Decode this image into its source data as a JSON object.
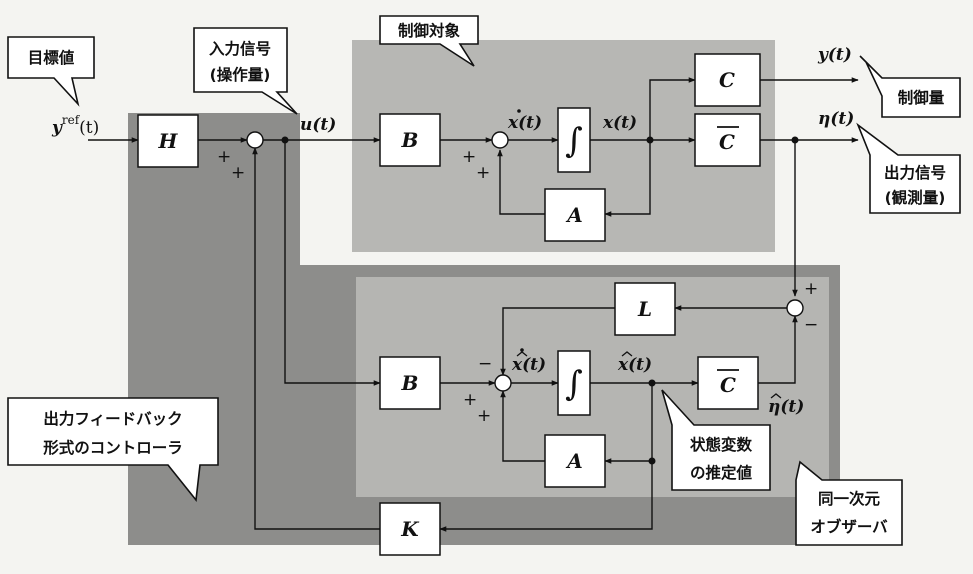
{
  "labels": {
    "target_value": "目標値",
    "input_signal_1": "入力信号",
    "input_signal_2": "(操作量)",
    "plant": "制御対象",
    "controlled_var": "制御量",
    "output_signal_1": "出力信号",
    "output_signal_2": "(観測量)",
    "controller_1": "出力フィードバック",
    "controller_2": "形式のコントローラ",
    "state_est_1": "状態変数",
    "state_est_2": "の推定値",
    "observer_1": "同一次元",
    "observer_2": "オブザーバ"
  },
  "blocks": {
    "H": "H",
    "B_top": "B",
    "A_top": "A",
    "C": "C",
    "C_bar_top": "C",
    "L": "L",
    "B_bot": "B",
    "A_bot": "A",
    "C_bar_bot": "C",
    "K": "K",
    "integrator": "∫"
  },
  "signals": {
    "y_ref": "y",
    "y_ref_sup": "ref",
    "y_ref_arg": "(t)",
    "u": "u(t)",
    "x_dot": "x(t)",
    "x": "x(t)",
    "y": "y(t)",
    "eta": "η(t)",
    "xhat_dot": "x(t)",
    "xhat": "x(t)",
    "etahat": "η(t)"
  },
  "signs": {
    "plus": "+",
    "minus": "−"
  },
  "colors": {
    "controller_region": "#8d8d8b",
    "plant_region": "#b7b7b4",
    "observer_region": "#b5b5b2",
    "background": "#f4f4f1"
  }
}
